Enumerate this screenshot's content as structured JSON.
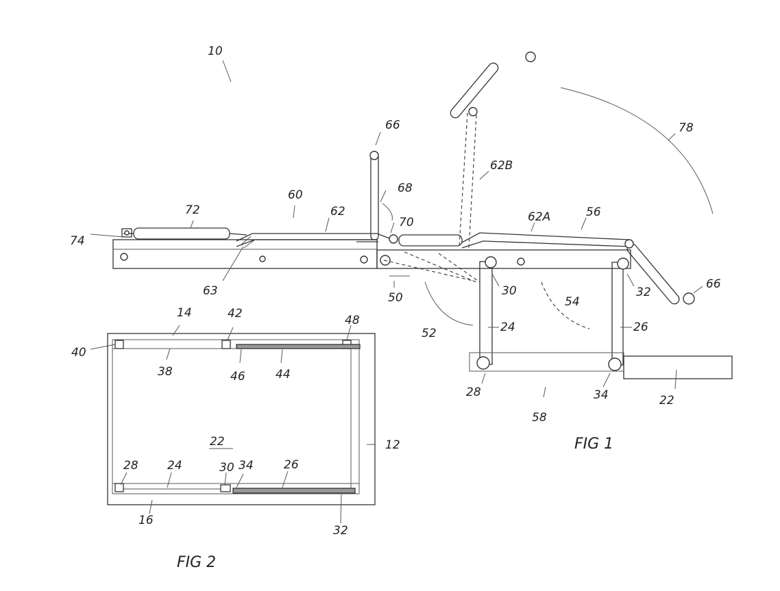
{
  "figure_captions": {
    "fig1": "FIG 1",
    "fig2": "FIG 2"
  },
  "labels": {
    "l10": "10",
    "l66a": "66",
    "l66b": "66",
    "l68": "68",
    "l60": "60",
    "l62": "62",
    "l72": "72",
    "l74": "74",
    "l70": "70",
    "l62A": "62A",
    "l62B": "62B",
    "l56": "56",
    "l78": "78",
    "l63": "63",
    "l50": "50",
    "l52": "52",
    "l30a": "30",
    "l32a": "32",
    "l54": "54",
    "l24a": "24",
    "l26a": "26",
    "l28a": "28",
    "l34a": "34",
    "l58": "58",
    "l22a": "22",
    "l14": "14",
    "l42": "42",
    "l48": "48",
    "l40": "40",
    "l38": "38",
    "l46": "46",
    "l44": "44",
    "l22b": "22",
    "l12": "12",
    "l28b": "28",
    "l24b": "24",
    "l30b": "30",
    "l34b": "34",
    "l26b": "26",
    "l16": "16",
    "l32b": "32"
  }
}
